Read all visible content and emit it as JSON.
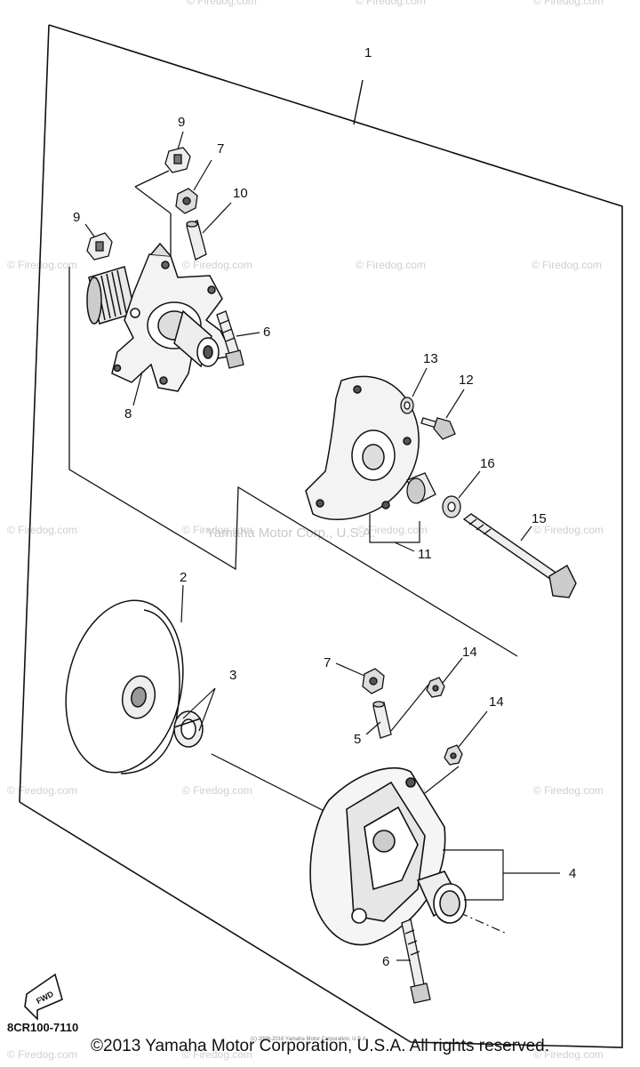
{
  "callouts": {
    "c1": "1",
    "c2": "2",
    "c3": "3",
    "c4": "4",
    "c5": "5",
    "c6a": "6",
    "c6b": "6",
    "c7a": "7",
    "c7b": "7",
    "c8": "8",
    "c9a": "9",
    "c9b": "9",
    "c10": "10",
    "c11": "11",
    "c12": "12",
    "c13": "13",
    "c14a": "14",
    "c14b": "14",
    "c15": "15",
    "c16": "16"
  },
  "fwd_label": "FWD",
  "part_code": "8CR100-7110",
  "watermark": "© Firedog.com",
  "watermark_center": "Yamaha Motor Corp., U.S.A.",
  "fine_print": "(c) 2008-2016 Yamaha Motor Corporation, U.S.A.",
  "copyright": "©2013 Yamaha Motor Corporation, U.S.A. All rights reserved."
}
